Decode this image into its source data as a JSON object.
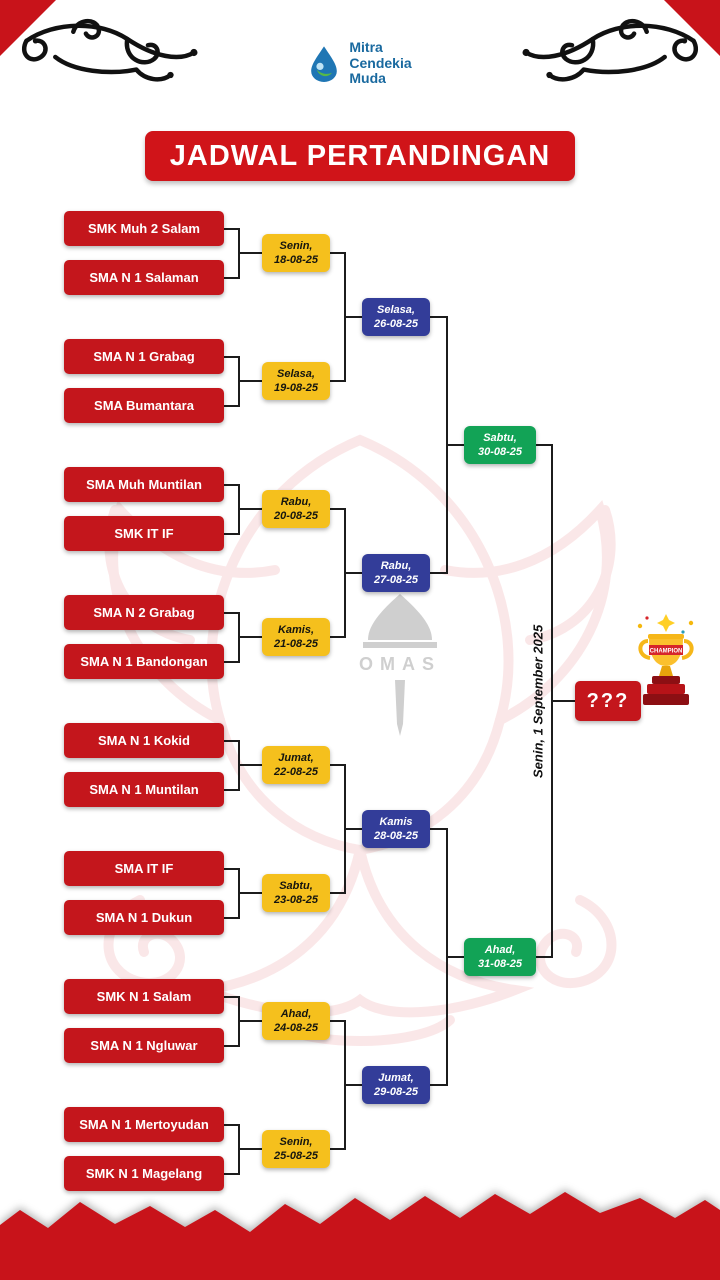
{
  "logo": {
    "line1": "Mitra",
    "line2": "Cendekia",
    "line3": "Muda"
  },
  "title": "JADWAL PERTANDINGAN",
  "bracket": {
    "teams": [
      "SMK Muh 2 Salam",
      "SMA N 1 Salaman",
      "SMA N 1 Grabag",
      "SMA Bumantara",
      "SMA Muh Muntilan",
      "SMK IT IF",
      "SMA N 2 Grabag",
      "SMA N 1 Bandongan",
      "SMA N 1 Kokid",
      "SMA N 1 Muntilan",
      "SMA IT IF",
      "SMA N 1 Dukun",
      "SMK N 1 Salam",
      "SMA N 1 Ngluwar",
      "SMA N 1 Mertoyudan",
      "SMK N 1 Magelang"
    ],
    "round1": [
      {
        "day": "Senin,",
        "date": "18-08-25"
      },
      {
        "day": "Selasa,",
        "date": "19-08-25"
      },
      {
        "day": "Rabu,",
        "date": "20-08-25"
      },
      {
        "day": "Kamis,",
        "date": "21-08-25"
      },
      {
        "day": "Jumat,",
        "date": "22-08-25"
      },
      {
        "day": "Sabtu,",
        "date": "23-08-25"
      },
      {
        "day": "Ahad,",
        "date": "24-08-25"
      },
      {
        "day": "Senin,",
        "date": "25-08-25"
      }
    ],
    "round2": [
      {
        "day": "Selasa,",
        "date": "26-08-25"
      },
      {
        "day": "Rabu,",
        "date": "27-08-25"
      },
      {
        "day": "Kamis",
        "date": "28-08-25"
      },
      {
        "day": "Jumat,",
        "date": "29-08-25"
      }
    ],
    "semifinals": [
      {
        "day": "Sabtu,",
        "date": "30-08-25"
      },
      {
        "day": "Ahad,",
        "date": "31-08-25"
      }
    ],
    "final": {
      "schedule": "Senin, 1 September 2025",
      "winner_placeholder": "???",
      "trophy_ribbon": "CHAMPION"
    }
  },
  "watermark": {
    "emblem_text": "OMAS"
  },
  "colors": {
    "team_red": "#c4161c",
    "banner_red": "#d01419",
    "round1_yellow": "#f5c01d",
    "round2_blue": "#333d99",
    "semifinal_green": "#12a356",
    "torn_red": "#c8131a",
    "logo_blue": "#19699f"
  }
}
